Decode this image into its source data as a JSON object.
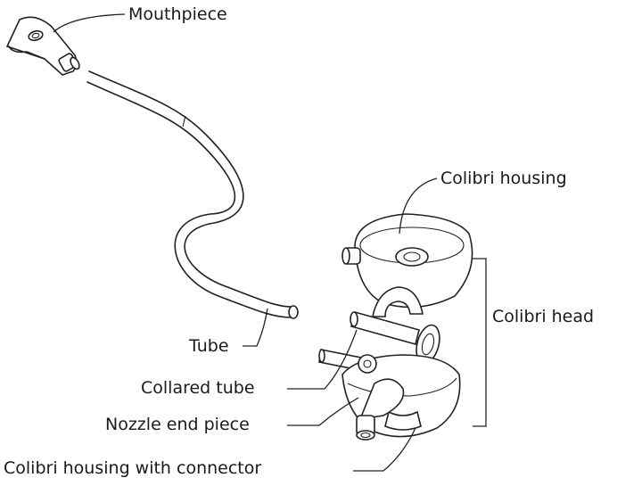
{
  "labels": {
    "mouthpiece": "Mouthpiece",
    "colibri_housing": "Colibri housing",
    "colibri_head": "Colibri head",
    "tube": "Tube",
    "collared_tube": "Collared tube",
    "nozzle_end_piece": "Nozzle end piece",
    "colibri_housing_with_connector": "Colibri housing with connector"
  }
}
